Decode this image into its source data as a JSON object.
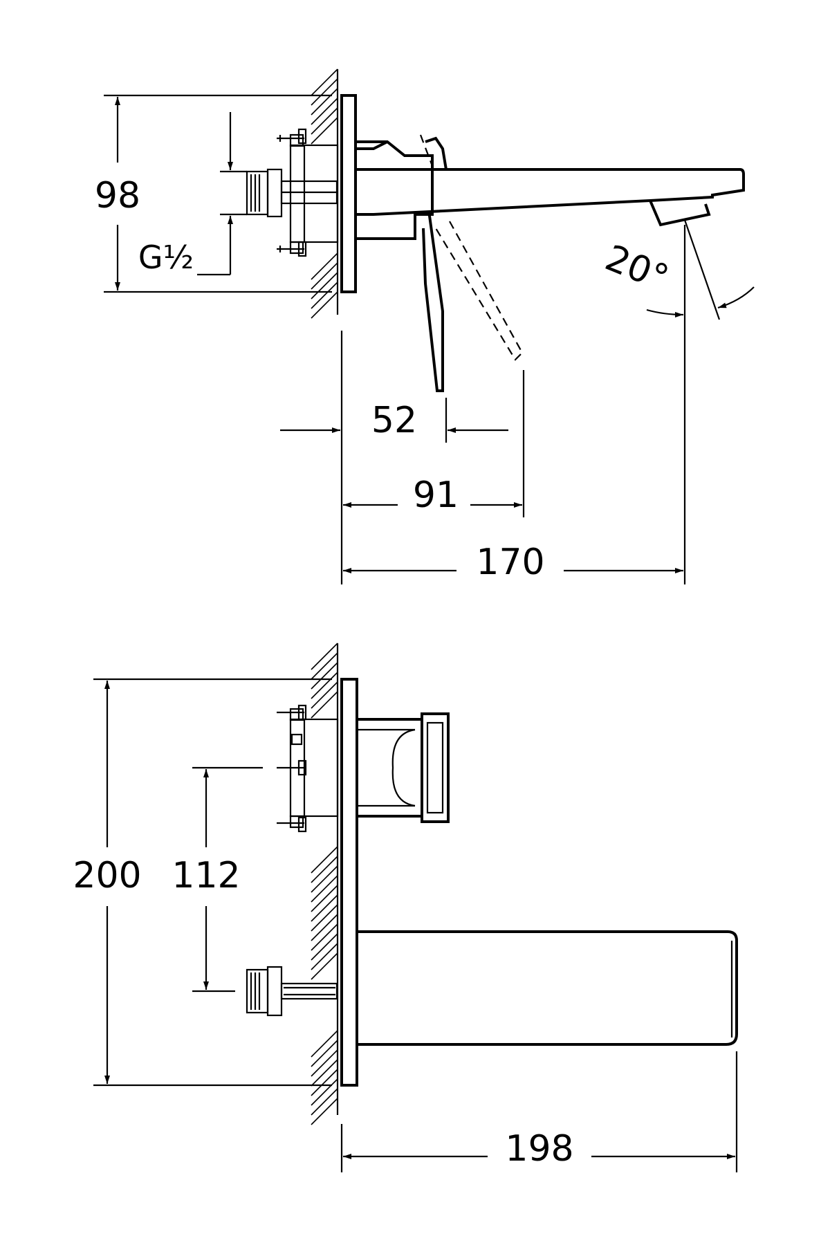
{
  "drawing": {
    "top_view": {
      "dim_height": "98",
      "thread": "G½",
      "dim_lever_near": "52",
      "dim_lever_far": "91",
      "dim_projection": "170",
      "angle": "20°"
    },
    "front_view": {
      "dim_total_height": "200",
      "dim_center_distance": "112",
      "dim_spout_length": "198"
    }
  }
}
